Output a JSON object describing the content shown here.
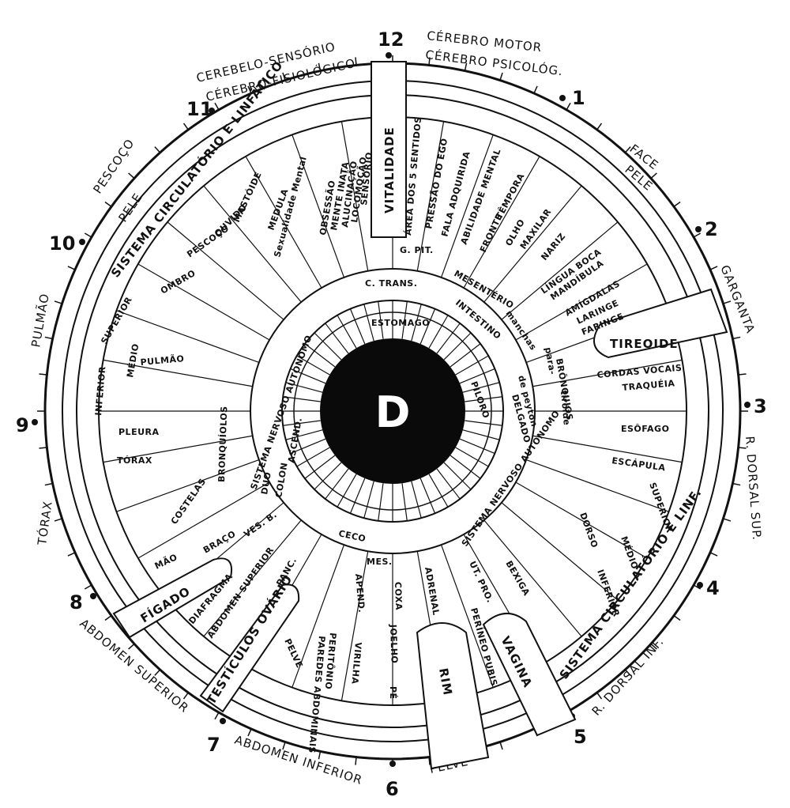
{
  "center_label": "D",
  "clock_numbers": [
    "12",
    "1",
    "2",
    "3",
    "4",
    "5",
    "6",
    "7",
    "8",
    "9",
    "10",
    "11"
  ],
  "outer_labels": {
    "cerebro_motor": "CÉREBRO MOTOR",
    "cerebro_psicolog": "CÉREBRO PSICOLÓG.",
    "cerebelo_sensorio": "CEREBELO-SENSÓRIO",
    "cerebro_fisiologico": "CÉREBRO-FISIOLÓGICO",
    "face": "FACE",
    "pele_r": "PELE",
    "garganta": "GARGANTA",
    "r_dorsal_sup": "R. DORSAL SUP.",
    "r_dorsal_inf": "R. DORSAL INF.",
    "pelve": "PELVE",
    "abdomen_inferior": "ABDOMEN INFERIOR",
    "abdomen_superior": "ABDOMEN SUPERIOR",
    "torax": "TÓRAX",
    "pulmao": "PULMÃO",
    "pescoco": "PESCOÇO",
    "pele_l": "PELE"
  },
  "system_labels": {
    "circ_top": "SISTEMA CIRCULATÓRIO E LINFÁTICO",
    "circ_bottom": "SISTEMA CIRCULATÓRIO E LINF."
  },
  "organ_tabs": {
    "vitalidade": "VITALIDADE",
    "tireoide": "TIREOIDE",
    "rim": "RIM",
    "vagina": "VAGINA",
    "figado": "FÍGADO",
    "testiculos": "TESTÍCULOS OVÁRIO"
  },
  "zones": [
    "ÁREA DOS 5 SENTIDOS",
    "PRESSÃO DO EGO",
    "FALA ADQUIRIDA",
    "ABILIDADE MENTAL",
    "FRONTE",
    "TÊMPORA",
    "OLHO",
    "MAXILAR",
    "NARIZ",
    "LÍNGUA BOCA",
    "MANDÍBULA",
    "AMÍGDALAS",
    "LARINGE",
    "FARINGE",
    "CORDAS VOCAIS",
    "TRAQUÉIA",
    "ESÔFAGO",
    "ESCÁPULA",
    "SUPERIOR",
    "MÉDIO",
    "INFERIOR",
    "DORSO",
    "BEXIGA",
    "UT. PRO.",
    "PERÍNEO PUBIS",
    "ADRENAL",
    "COXA",
    "JOELHO",
    "PÉ",
    "VIRILHA",
    "PERITÔNIO",
    "PAREDES ABDOMINAIS",
    "APEND.",
    "MES.",
    "PELVE",
    "PANC.",
    "DIAFRAGMA",
    "ABDOMEN SUPERIOR",
    "BRAÇO",
    "MÃO",
    "VES. B.",
    "COSTELAS",
    "TÓRAX",
    "PLEURA",
    "INFERIOR",
    "MÉDIO",
    "PULMÃO",
    "SUPERIOR",
    "OMBRO",
    "PESCOÇO",
    "OUVIDO",
    "MASTÓIDE",
    "MEDULA",
    "Sexualidade Mental",
    "OBSESSÃO",
    "MENTE INATA",
    "ALUCINAÇÃO",
    "LOCOMOÇÃO",
    "SENSÓRIO",
    "G. PIT.",
    "BRONQUÍOLOS"
  ],
  "ring_labels": [
    "C. TRANS.",
    "MESENTÉRIO",
    "INTESTINO",
    "DELGADO",
    "ESTOMAGO",
    "PILORO",
    "CECO",
    "DUO",
    "COLON",
    "ASCEND.",
    "SISTEMA NERVOSO AUTONOMO",
    "SISTEMA NERVOSO AUTONOMO",
    "BRÔNQUIOS",
    "tiróide",
    "para-",
    "manchas",
    "de peyton"
  ]
}
